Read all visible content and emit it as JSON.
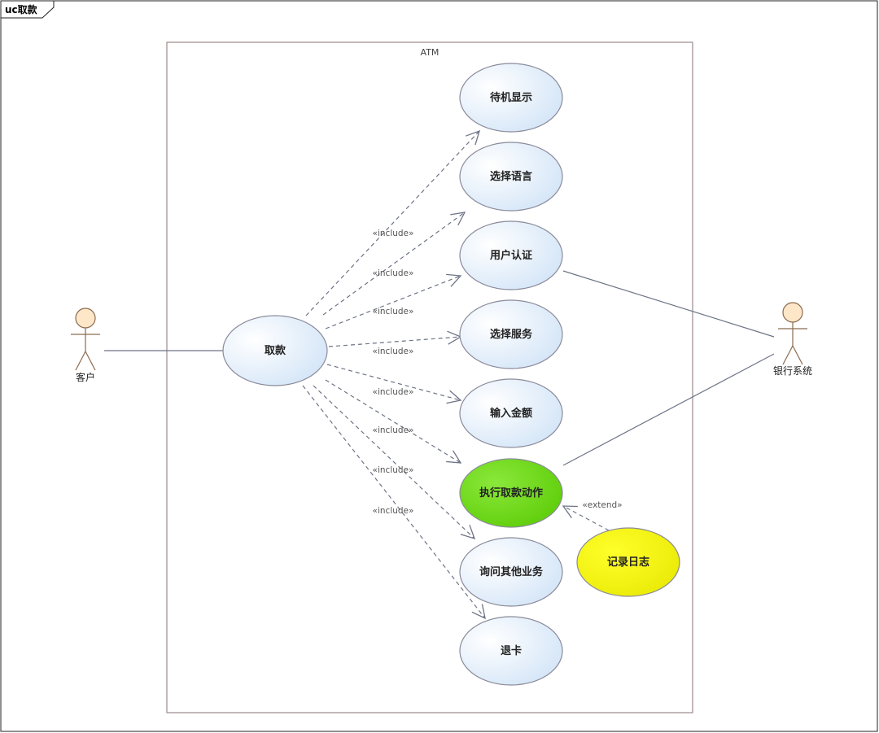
{
  "diagram": {
    "frame_title": "uc取款",
    "boundary_title": "ATM",
    "actors": {
      "customer": "客户",
      "bank": "银行系统"
    },
    "use_cases": {
      "withdraw": "取款",
      "standby": "待机显示",
      "language": "选择语言",
      "auth": "用户认证",
      "service": "选择服务",
      "amount": "输入金额",
      "execute": "执行取款动作",
      "other": "询问其他业务",
      "eject": "退卡",
      "log": "记录日志"
    },
    "stereotypes": {
      "include": "«include»",
      "extend": "«extend»"
    },
    "colors": {
      "usecase_fill_light": "#ffffff",
      "usecase_fill_dark": "#cfe3f7",
      "usecase_stroke": "#8a8a9a",
      "execute_fill": "#6ddd10",
      "log_fill": "#f2f200",
      "actor_fill": "#fde7c8",
      "line": "#6d7486",
      "boundary_stroke": "#9a8a8a"
    }
  }
}
